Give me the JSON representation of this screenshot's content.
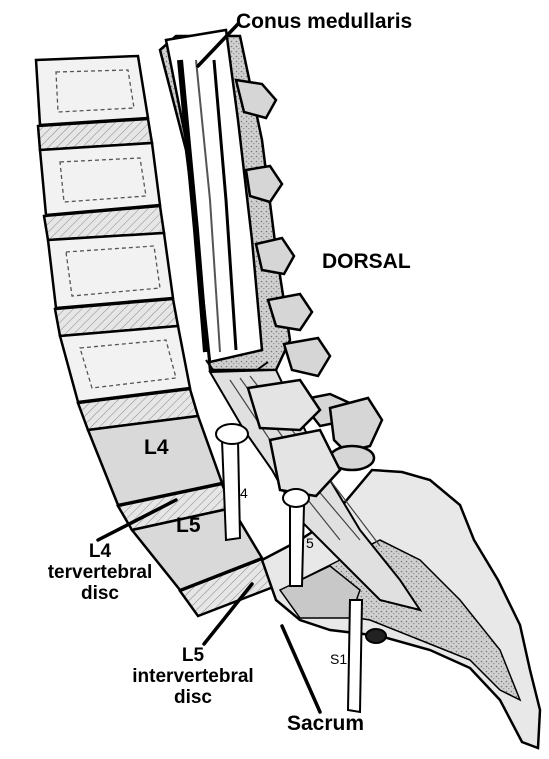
{
  "labels": {
    "conus_medullaris": "Conus medullaris",
    "dorsal": "DORSAL",
    "l4": "L4",
    "l5": "L5",
    "l4_disc_line1": "L4",
    "l4_disc_line2": "tervertebral",
    "l4_disc_line3": "disc",
    "l5_disc_line1": "L5",
    "l5_disc_line2": "intervertebral",
    "l5_disc_line3": "disc",
    "sacrum": "Sacrum",
    "root_4": "4",
    "root_5": "5",
    "root_s1": "S1"
  },
  "colors": {
    "ink": "#000000",
    "bone": "#f2f2f2",
    "shade": "#bdbdbd",
    "dark": "#555555"
  }
}
